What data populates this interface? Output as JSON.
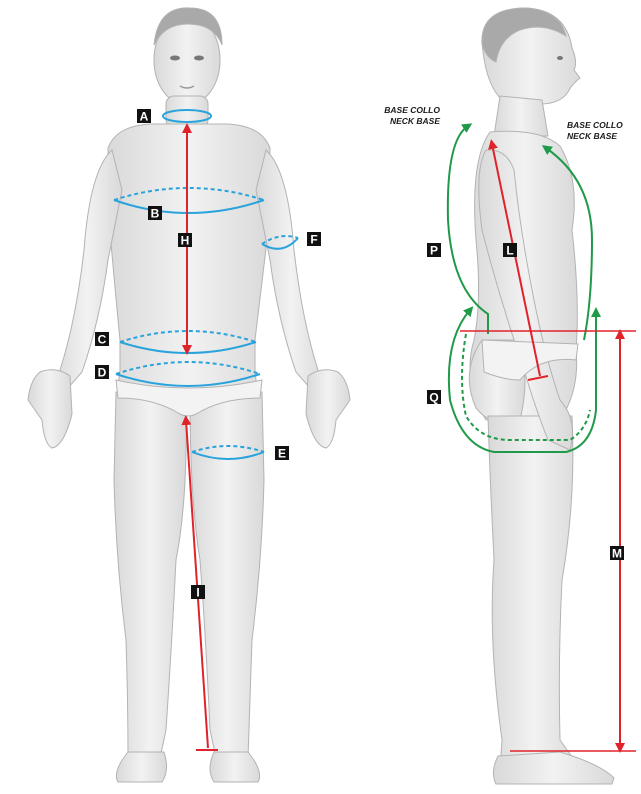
{
  "colors": {
    "skin": "#ebebeb",
    "skin_shade": "#d4d4d4",
    "outline": "#b3b3b3",
    "blue": "#29a3db",
    "red": "#e0232a",
    "green": "#1f9a48",
    "tag_bg": "#111111",
    "tag_text": "#ffffff"
  },
  "front_view": {
    "labels": {
      "A": "A",
      "B": "B",
      "C": "C",
      "D": "D",
      "E": "E",
      "F": "F",
      "H": "H",
      "I": "I"
    }
  },
  "side_view": {
    "neck_base_left": {
      "line1": "BASE COLLO",
      "line2": "NECK BASE"
    },
    "neck_base_right": {
      "line1": "BASE COLLO",
      "line2": "NECK BASE"
    },
    "labels": {
      "P": "P",
      "L": "L",
      "Q": "Q",
      "M": "M"
    }
  }
}
